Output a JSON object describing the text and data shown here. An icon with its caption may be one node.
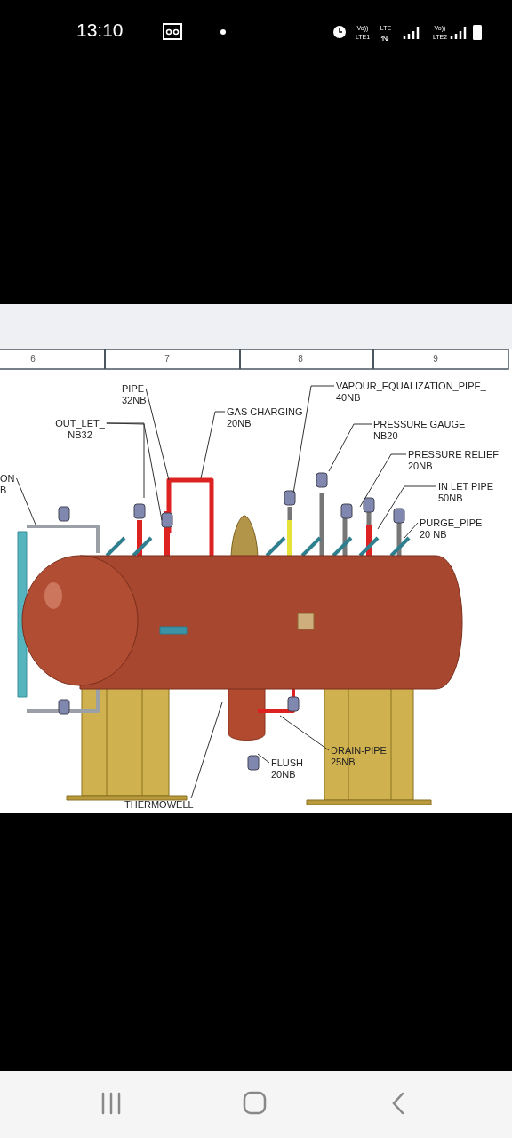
{
  "diagram": {
    "nodes": [
      {
        "text": [
          "ON B"
        ]
      },
      {
        "text": [
          "OUT_LET_ NB32"
        ]
      },
      {
        "text": [
          "PIPE 32NB"
        ]
      },
      {
        "text": [
          "GAS CHARGING 20NB"
        ]
      },
      {
        "text": [
          "VAPOUR_EQUALIZATION_PIPE_ 40NB"
        ]
      },
      {
        "text": [
          "PRESSURE GAUGE_ NB20"
        ]
      },
      {
        "text": [
          "PRESSURE RELIEF 20NB"
        ]
      },
      {
        "text": [
          "IN LET PIPE 50NB"
        ]
      },
      {
        "text": [
          "PURGE_PIPE 20 NB"
        ]
      },
      {
        "text": [
          "DRAIN-PIPE 25NB"
        ]
      },
      {
        "text": [
          "FLUSH 20NB"
        ]
      },
      {
        "text": [
          "THERMOWELL"
        ]
      }
    ],
    "edges": [
      {
        "from": 0,
        "to": null,
        "arrow": "none"
      },
      {
        "from": 1,
        "to": null,
        "arrow": "none"
      },
      {
        "from": 1,
        "to": null,
        "arrow": "none"
      },
      {
        "from": 2,
        "to": null,
        "arrow": "none"
      },
      {
        "from": 3,
        "to": null,
        "arrow": "none"
      },
      {
        "from": 4,
        "to": null,
        "arrow": "none"
      },
      {
        "from": 5,
        "to": null,
        "arrow": "none"
      },
      {
        "from": 6,
        "to": null,
        "arrow": "none"
      },
      {
        "from": 7,
        "to": null,
        "arrow": "none"
      },
      {
        "from": 8,
        "to": null,
        "arrow": "none"
      },
      {
        "from": 9,
        "to": null,
        "arrow": "none"
      },
      {
        "from": 10,
        "to": null,
        "arrow": "none"
      },
      {
        "from": 11,
        "to": null,
        "arrow": "none"
      }
    ],
    "labels": [
      "13:10",
      "Vo))",
      "LTE1",
      "LTE",
      "Vo))",
      "LTE2",
      "6",
      "7",
      "8",
      "9"
    ]
  }
}
